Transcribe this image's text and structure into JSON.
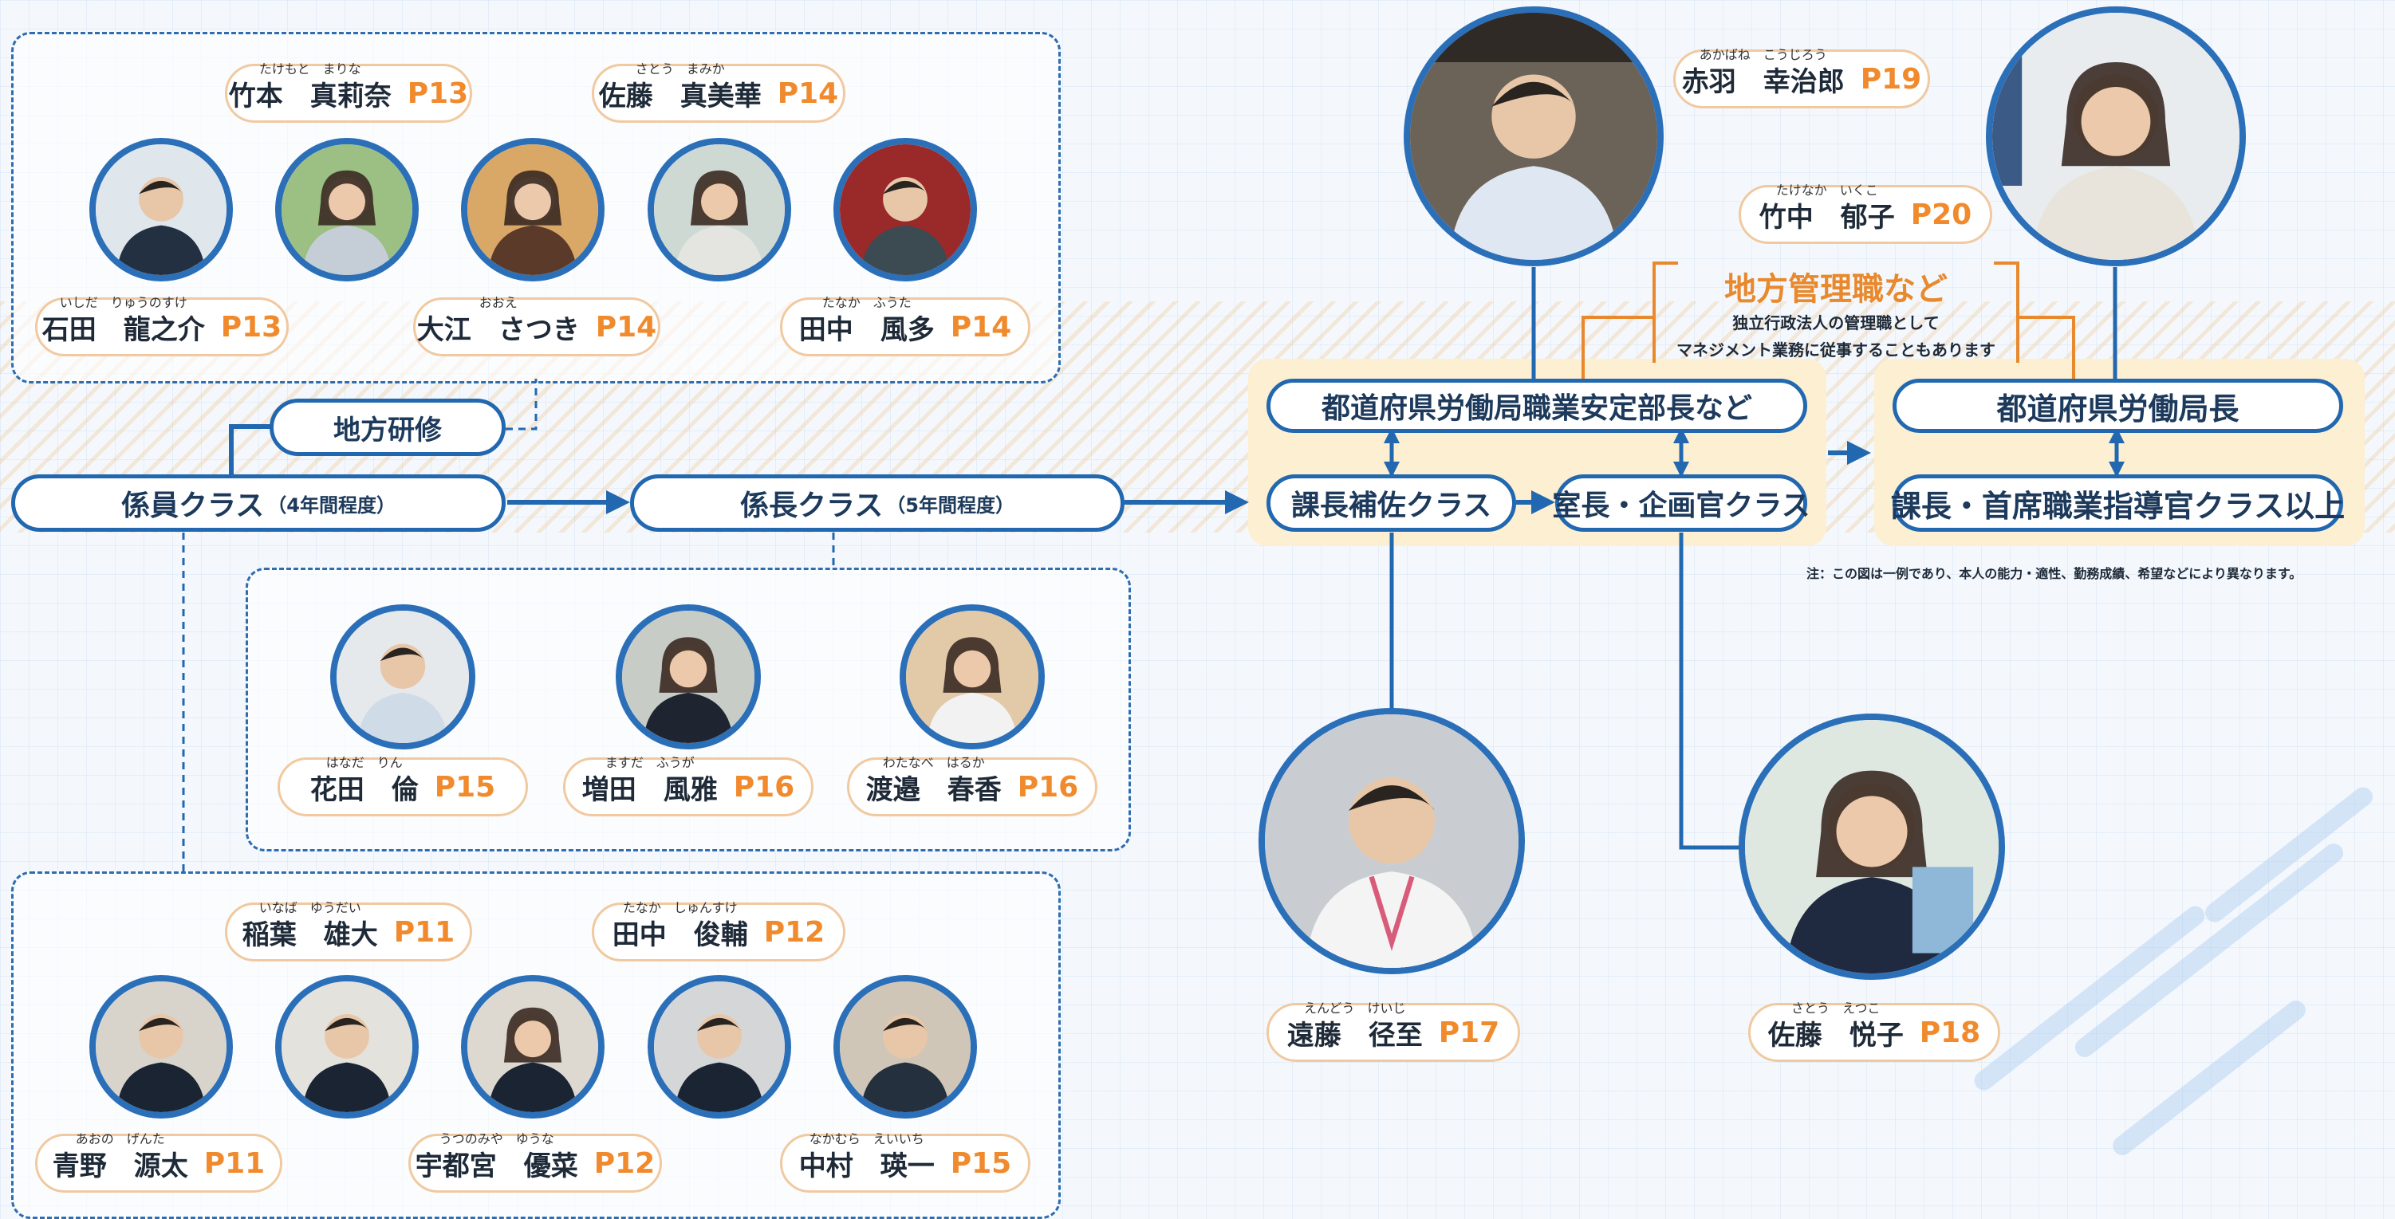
{
  "classes": {
    "regional_training": "地方研修",
    "kakariin": "係員クラス",
    "kakariin_note": "（4年間程度）",
    "kakaricho": "係長クラス",
    "kakaricho_note": "（5年間程度）",
    "dept_head": "都道府県労働局職業安定部長など",
    "assistant_manager": "課長補佐クラス",
    "section_chief": "室長・企画官クラス",
    "bureau_director": "都道府県労働局長",
    "senior": "課長・首席職業指導官クラス以上"
  },
  "management": {
    "title": "地方管理職など",
    "desc_line1": "独立行政法人の管理職として",
    "desc_line2": "マネジメント業務に従事することもあります"
  },
  "note": "注：この図は一例であり、本人の能力・適性、勤務成績、希望などにより異なります。",
  "people": {
    "takemoto": {
      "ruby": "たけもと　まりな",
      "name": "竹本　真莉奈",
      "page": "P13"
    },
    "sato_mamika": {
      "ruby": "さとう　まみか",
      "name": "佐藤　真美華",
      "page": "P14"
    },
    "ishida": {
      "ruby": "いしだ　りゅうのすけ",
      "name": "石田　龍之介",
      "page": "P13"
    },
    "oe": {
      "ruby": "おおえ",
      "name": "大江　さつき",
      "page": "P14"
    },
    "tanaka_futa": {
      "ruby": "たなか　ふうた",
      "name": "田中　風多",
      "page": "P14"
    },
    "hanada": {
      "ruby": "はなだ　りん",
      "name": "花田　倫",
      "page": "P15"
    },
    "masuda": {
      "ruby": "ますだ　ふうが",
      "name": "増田　風雅",
      "page": "P16"
    },
    "watanabe": {
      "ruby": "わたなべ　はるか",
      "name": "渡邉　春香",
      "page": "P16"
    },
    "inaba": {
      "ruby": "いなば　ゆうだい",
      "name": "稲葉　雄大",
      "page": "P11"
    },
    "tanaka_shunsuke": {
      "ruby": "たなか　しゅんすけ",
      "name": "田中　俊輔",
      "page": "P12"
    },
    "aono": {
      "ruby": "あおの　げんた",
      "name": "青野　源太",
      "page": "P11"
    },
    "utsunomiya": {
      "ruby": "うつのみや　ゆうな",
      "name": "宇都宮　優菜",
      "page": "P12"
    },
    "nakamura": {
      "ruby": "なかむら　えいいち",
      "name": "中村　瑛一",
      "page": "P15"
    },
    "akabane": {
      "ruby": "あかばね　こうじろう",
      "name": "赤羽　幸治郎",
      "page": "P19"
    },
    "takenaka": {
      "ruby": "たけなか　いくこ",
      "name": "竹中　郁子",
      "page": "P20"
    },
    "endo": {
      "ruby": "えんどう　けいじ",
      "name": "遠藤　径至",
      "page": "P17"
    },
    "sato_etsuko": {
      "ruby": "さとう　えつこ",
      "name": "佐藤　悦子",
      "page": "P18"
    }
  },
  "colors": {
    "primary_blue": "#2268b0",
    "accent_orange": "#f08a2c",
    "highlight_bg": "#fcefd2"
  }
}
